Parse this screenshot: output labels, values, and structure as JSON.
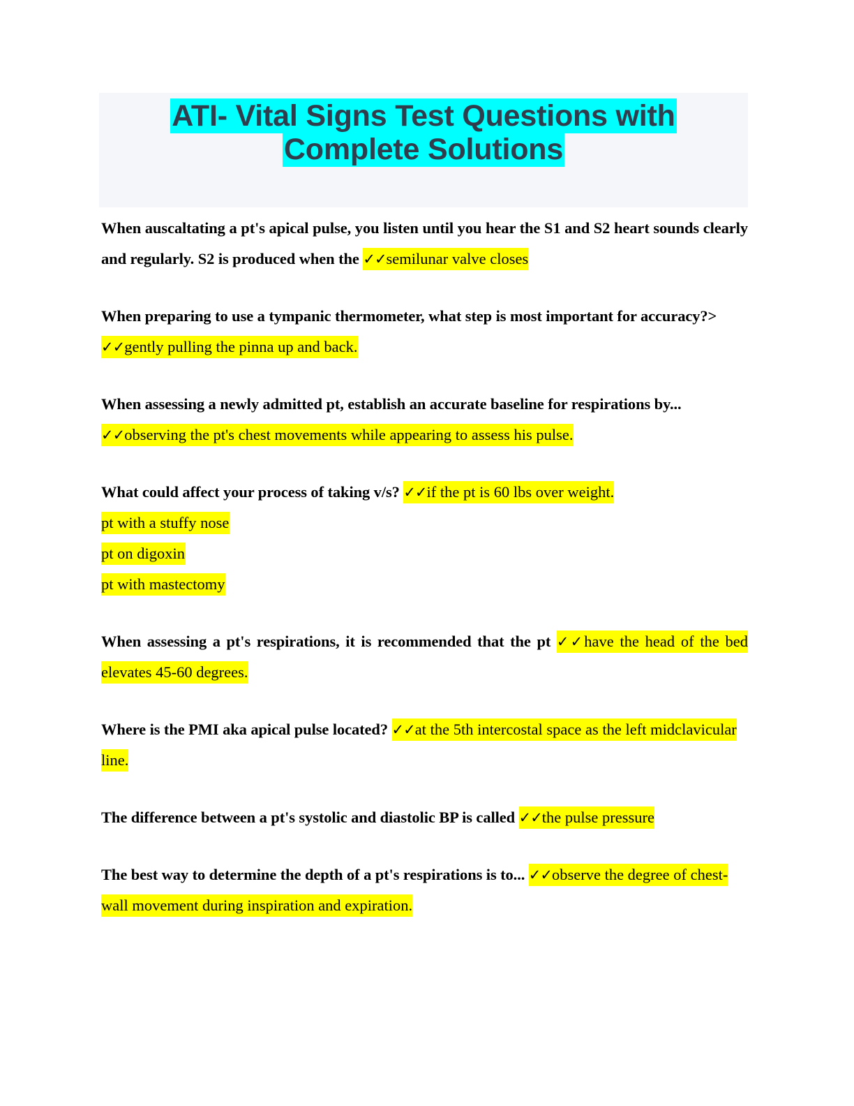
{
  "document": {
    "title_lines": [
      "ATI- Vital Signs Test Questions with",
      "Complete Solutions"
    ],
    "colors": {
      "title_band_background": "#f4f6fa",
      "title_highlight": "#00ffff",
      "title_text": "#2f3d4d",
      "answer_highlight": "#ffff00",
      "body_text": "#000000",
      "page_background": "#ffffff"
    },
    "check_marks": "✓✓"
  },
  "qa": [
    {
      "question": " When auscaltating a pt's apical pulse, you listen until you hear the S1 and S2 heart sounds clearly and regularly. S2 is produced when the ",
      "answer": "semilunar valve closes"
    },
    {
      "question": "When preparing to use a tympanic thermometer, what step is most important for accuracy?>",
      "answer": "gently pulling the pinna up and back."
    },
    {
      "question": "When assessing a newly admitted pt, establish an accurate baseline for respirations by...",
      "answer": "observing the pt's chest movements while appearing to assess his pulse."
    },
    {
      "question": "What could affect your process of taking v/s? ",
      "answer": "if the pt is 60 lbs over weight.",
      "sub_items": [
        "pt with a stuffy nose",
        "pt on digoxin",
        "pt with mastectomy"
      ]
    },
    {
      "question": "When assessing a pt's respirations, it is recommended that the pt ",
      "answer": "have the head of the bed elevates 45-60 degrees."
    },
    {
      "question": "Where is the PMI aka apical pulse located? ",
      "answer": "at the 5th intercostal space as the left midclavicular line."
    },
    {
      "question": "The difference between a pt's systolic and diastolic BP is called ",
      "answer": "the pulse pressure"
    },
    {
      "question": "The best way to determine the depth of a pt's respirations is to... ",
      "answer": "observe the degree of chest-wall movement during inspiration and expiration."
    }
  ]
}
